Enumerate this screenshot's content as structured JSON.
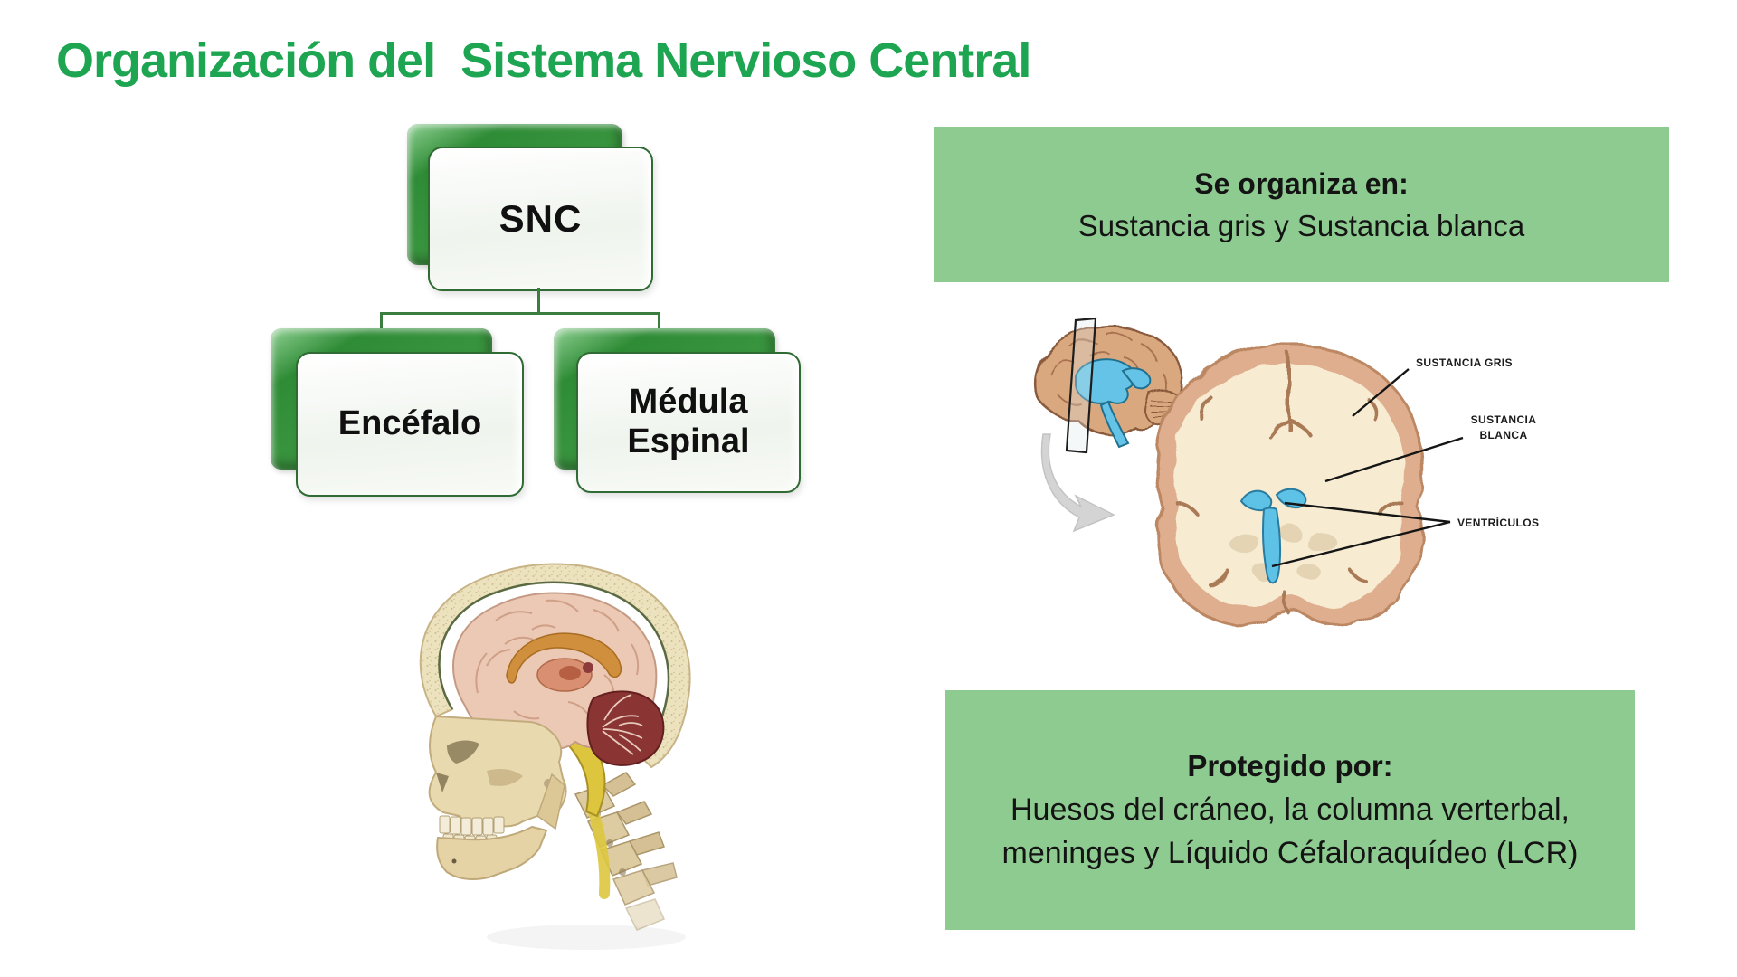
{
  "slide": {
    "title": "Organización del  Sistema Nervioso Central"
  },
  "colors": {
    "title_green": "#1ea552",
    "info_box_green": "#8ecb90",
    "node_panel_green": "#2f8c36",
    "node_border_green": "#2f6b33",
    "connector_green": "#3a7d3f",
    "ventricle_blue": "#5ec1e6",
    "cortex_salmon": "#dfae8e",
    "white_matter_cream": "#f7ecd2"
  },
  "org_chart": {
    "root": {
      "label": "SNC"
    },
    "children": [
      {
        "label": "Encéfalo"
      },
      {
        "label": "Médula Espinal"
      }
    ]
  },
  "info_boxes": {
    "organiza": {
      "heading": "Se organiza en:",
      "body": "Sustancia gris y Sustancia blanca"
    },
    "protegido": {
      "heading": "Protegido por:",
      "line1": "Huesos del cráneo, la columna verterbal,",
      "line2": "meninges y Líquido Céfaloraquídeo (LCR)"
    }
  },
  "brain_diagram": {
    "labels": {
      "gris": "SUSTANCIA GRIS",
      "blanca_line1": "SUSTANCIA",
      "blanca_line2": "BLANCA",
      "ventriculos": "VENTRÍCULOS"
    }
  },
  "illustrations": {
    "skull": "sagittal-head-skull-brain-illustration",
    "brain_section": "coronal-brain-section-illustration"
  }
}
